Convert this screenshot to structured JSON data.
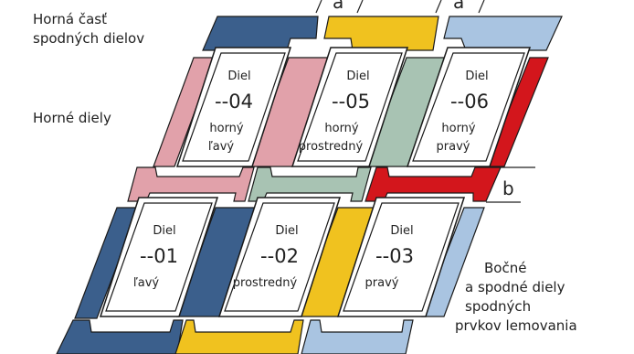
{
  "colors": {
    "dark_blue": "#3b5f8c",
    "yellow": "#f0c21f",
    "light_blue": "#a9c4e1",
    "pink": "#e1a1aa",
    "sage": "#a8c3b3",
    "red": "#d3161c",
    "outline": "#1a1a1a",
    "panel_fill": "#ffffff"
  },
  "labels": {
    "top_part": [
      "Horná časť",
      "spodných dielov"
    ],
    "upper_parts": "Horné diely",
    "side_bottom": [
      "Bočné",
      "a spodné diely",
      "spodných",
      "prvkov lemovania"
    ],
    "dim_a1": "a",
    "dim_a2": "a",
    "dim_b": "b"
  },
  "panels": {
    "p04": {
      "word": "Diel",
      "code": "--04",
      "desc1": "horný",
      "desc2": "ľavý"
    },
    "p05": {
      "word": "Diel",
      "code": "--05",
      "desc1": "horný",
      "desc2": "prostredný"
    },
    "p06": {
      "word": "Diel",
      "code": "--06",
      "desc1": "horný",
      "desc2": "pravý"
    },
    "p01": {
      "word": "Diel",
      "code": "--01",
      "desc1": "ľavý",
      "desc2": ""
    },
    "p02": {
      "word": "Diel",
      "code": "--02",
      "desc1": "prostredný",
      "desc2": ""
    },
    "p03": {
      "word": "Diel",
      "code": "--03",
      "desc1": "pravý",
      "desc2": ""
    }
  }
}
